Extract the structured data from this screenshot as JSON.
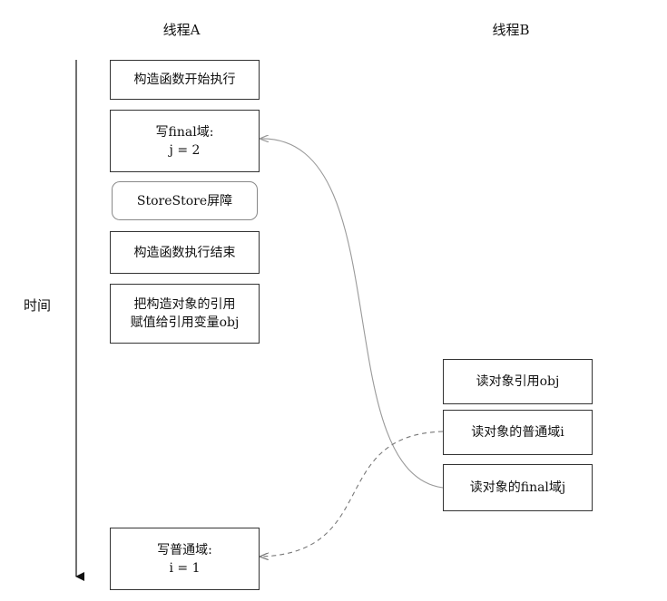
{
  "headers": {
    "thread_a": "线程A",
    "thread_b": "线程B"
  },
  "axis": {
    "label": "时间"
  },
  "thread_a_boxes": {
    "ctor_start": {
      "lines": [
        "构造函数开始执行"
      ]
    },
    "write_final": {
      "lines": [
        "写final域:",
        "j = 2"
      ]
    },
    "storestore_barrier": {
      "lines": [
        "StoreStore屏障"
      ]
    },
    "ctor_end": {
      "lines": [
        "构造函数执行结束"
      ]
    },
    "assign_ref": {
      "lines": [
        "把构造对象的引用",
        "赋值给引用变量obj"
      ]
    },
    "write_normal": {
      "lines": [
        "写普通域:",
        "i = 1"
      ]
    }
  },
  "thread_b_boxes": {
    "read_ref": {
      "lines": [
        "读对象引用obj"
      ]
    },
    "read_normal": {
      "lines": [
        "读对象的普通域i"
      ]
    },
    "read_final": {
      "lines": [
        "读对象的final域j"
      ]
    }
  },
  "colors": {
    "solid_arrow": "#999999",
    "dashed_arrow": "#777777",
    "timeline": "#111111"
  }
}
